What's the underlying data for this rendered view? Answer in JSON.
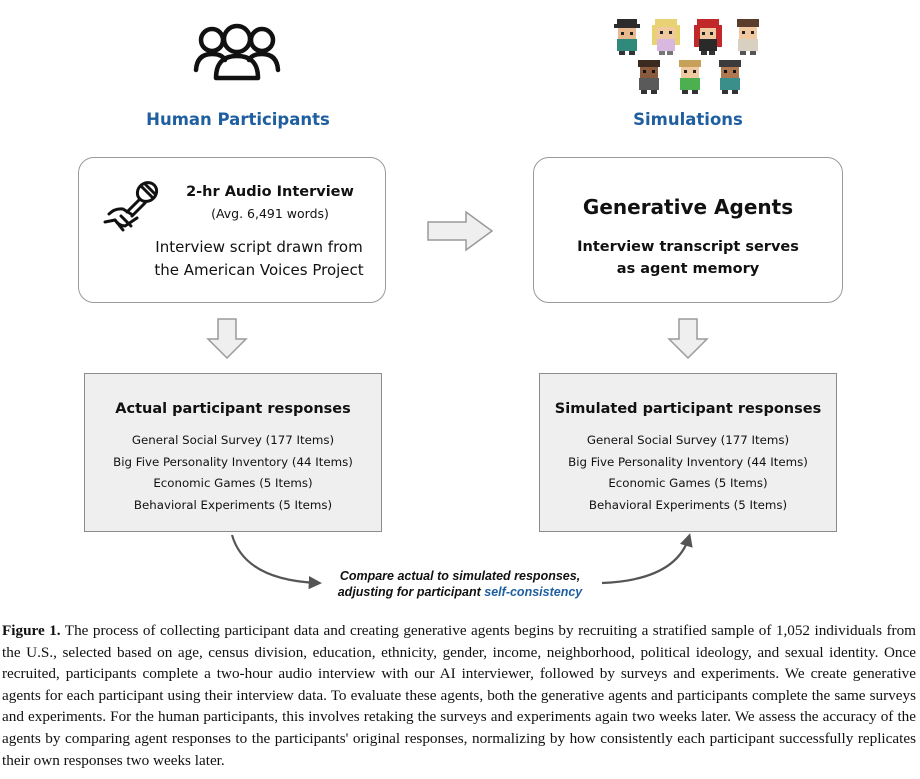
{
  "left": {
    "heading": "Human Participants",
    "interview": {
      "title": "2-hr Audio Interview",
      "subtitle": "(Avg. 6,491 words)",
      "desc_line1": "Interview script drawn from",
      "desc_line2": "the American Voices Project"
    },
    "responses": {
      "title": "Actual participant responses",
      "items": [
        "General Social Survey (177 Items)",
        "Big Five Personality Inventory (44 Items)",
        "Economic Games (5 Items)",
        "Behavioral Experiments (5 Items)"
      ]
    }
  },
  "right": {
    "heading": "Simulations",
    "agents": {
      "title": "Generative Agents",
      "desc_line1": "Interview transcript serves",
      "desc_line2": "as agent memory"
    },
    "responses": {
      "title": "Simulated participant responses",
      "items": [
        "General Social Survey (177 Items)",
        "Big Five Personality Inventory (44 Items)",
        "Economic Games (5 Items)",
        "Behavioral Experiments (5 Items)"
      ]
    }
  },
  "compare": {
    "line1": "Compare actual to simulated responses,",
    "line2_prefix": "adjusting for participant ",
    "line2_accent": "self-consistency"
  },
  "caption": {
    "label": "Figure 1.",
    "text": " The process of collecting participant data and creating generative agents begins by recruiting a stratified sample of 1,052 individuals from the U.S., selected based on age, census division, education, ethnicity, gender, income, neighborhood, political ideology, and sexual identity. Once recruited, participants complete a two-hour audio interview with our AI interviewer, followed by surveys and experiments. We create generative agents for each participant using their interview data. To evaluate these agents, both the generative agents and participants complete the same surveys and experiments. For the human participants, this involves retaking the surveys and experiments again two weeks later. We assess the accuracy of the agents by comparing agent responses to the participants' original responses, normalizing by how consistently each participant successfully replicates their own responses two weeks later."
  },
  "colors": {
    "heading": "#1f5fa0",
    "box_fill": "#efefef",
    "arrow_fill": "#efefef",
    "arrow_stroke": "#9a9a9a"
  },
  "icons": [
    "people-group-icon",
    "microphone-hand-icon",
    "pixel-avatar-icon",
    "arrow-right-icon",
    "arrow-down-icon",
    "curved-arrow-icon"
  ]
}
